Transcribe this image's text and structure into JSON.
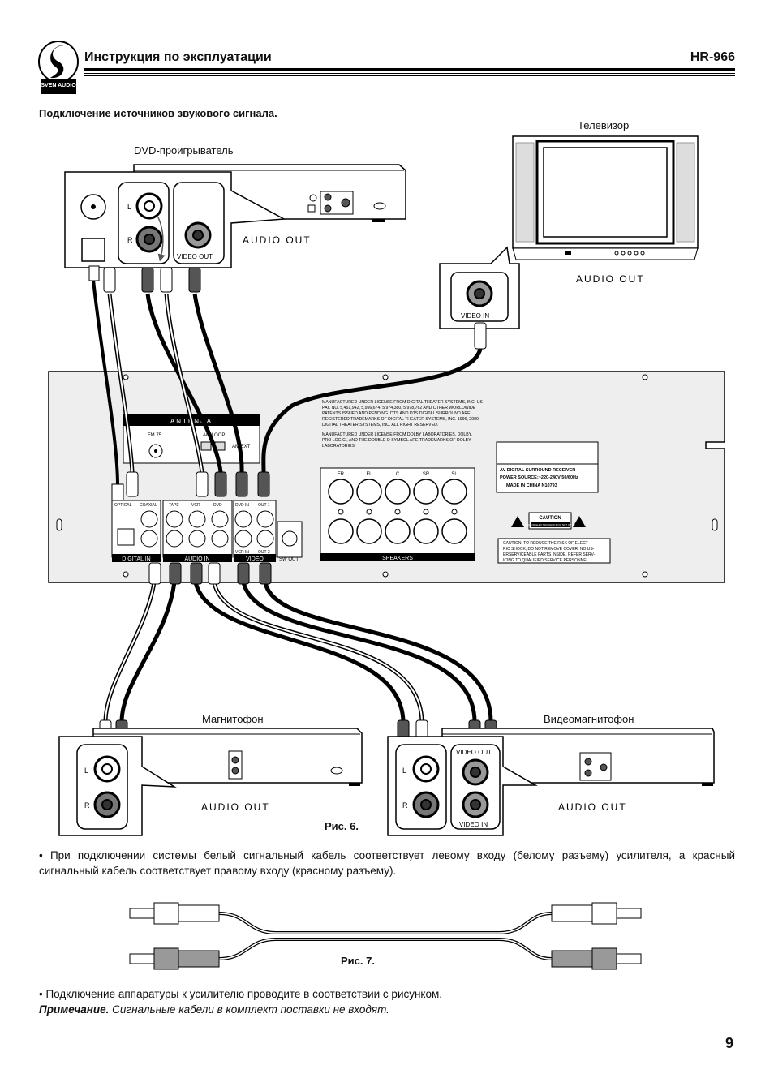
{
  "header": {
    "logo_text": "SVEN AUDIO",
    "title": "Инструкция по эксплуатации",
    "model": "HR-966"
  },
  "section_title": "Подключение источников звукового сигнала.",
  "devices": {
    "tv": "Телевизор",
    "dvd": "DVD-проигрыватель",
    "tape": "Магнитофон",
    "vcr": "Видеомагнитофон"
  },
  "jack_labels": {
    "audio_out": "AUDIO OUT",
    "video_out": "VIDEO OUT",
    "video_in": "VIDEO IN",
    "left": "L",
    "right": "R"
  },
  "receiver": {
    "antenna": "ANTENNA",
    "fm75": "FM 75",
    "am_loop": "AM LOOP",
    "am_ext": "AM EXT",
    "optical": "OPTICAL",
    "coaxial": "COAXIAL",
    "tape": "TAPE",
    "vcr": "VCR",
    "dvd": "DVD",
    "dvd_in": "DVD IN",
    "out1": "OUT 1",
    "vcr_in": "VCR IN",
    "out2": "OUT 2",
    "digital_in": "DIGITAL IN",
    "audio_in": "AUDIO IN",
    "video": "VIDEO",
    "sw_out": "SW OUT",
    "speakers": "SPEAKERS",
    "spk": [
      "FR",
      "FL",
      "C",
      "SR",
      "SL"
    ],
    "license_dts": [
      "MANUFACTURED UNDER LICENSE FROM DIGITAL THEATER SYSTEMS, INC. US",
      "PAT. NO. 5,451,942, 5,956,674, 5,974,380, 5,978,762 AND OTHER WORLDWIDE",
      "PATENTS ISSUED AND PENDING.  DTS  AND  DTS DIGITAL SURROUND  ARE",
      "REGISTERED TRADEMARKS OF DIGITAL THEATER SYSTEMS, INC.   1996, 2000",
      "DIGITAL THEATER SYSTEMS, INC. ALL RIGHT RESERVED."
    ],
    "license_dolby": [
      "MANUFACTURED UNDER LICENSE FROM DOLBY LABORATORIES. DOLBY,",
      "PRO LOGIC , AND THE DOUBLE-D SYMBOL ARE TRADEMARKS OF DOLBY",
      "LABORATORIES."
    ],
    "rating": [
      "AV DIGITAL SURROUND RECEIVER",
      "POWER SOURCE:~220-240V 50/60Hz",
      "MADE IN CHINA  N10793"
    ],
    "caution_title": "CAUTION",
    "caution_sub": "RISK OF ELECTRIC SHOCK DO NOT OPEN",
    "caution_text": [
      "CAUTION: TO REDUCE THE RISK OF ELECT-",
      "RIC SHOCK, DO NOT REMOVE COVER, NO US-",
      "ERSERVICEABLE PARTS INSIDE. REFER SERV-",
      "ICING TO QUALIFIED SERVICE PERSONNEL."
    ]
  },
  "figures": {
    "fig6": "Рис. 6.",
    "fig7": "Рис. 7."
  },
  "text": {
    "bullet1": "•  При подключении системы белый сигнальный кабель соответствует левому входу (белому разъему) усилителя, а красный сигнальный кабель соответствует правому входу (красному разъему).",
    "bullet2": "•  Подключение аппаратуры к усилителю проводите в соответствии с рисунком.",
    "note_label": "Примечание.",
    "note_text": " Сигнальные кабели в комплект поставки не входят."
  },
  "page_number": "9"
}
